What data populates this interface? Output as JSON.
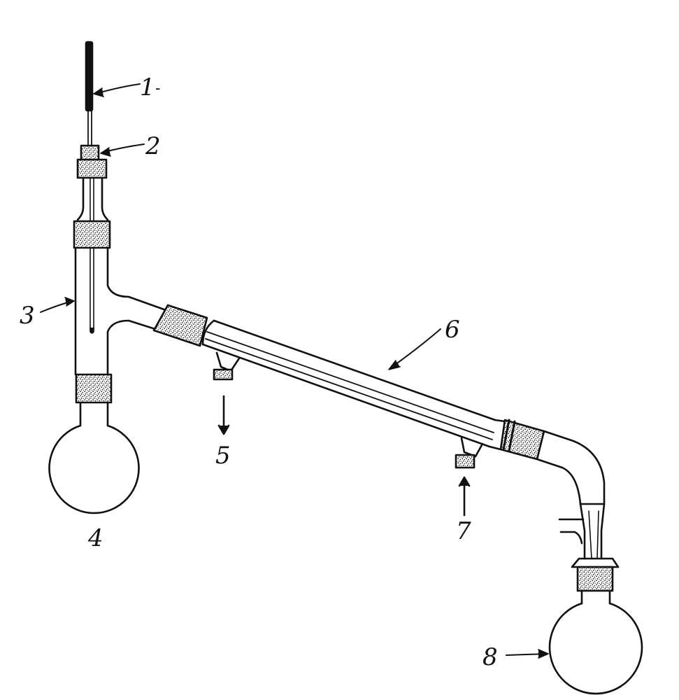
{
  "labels": {
    "l1": "1",
    "l1_mark": "-",
    "l2": "2",
    "l3": "3",
    "l4": "4",
    "l5": "5",
    "l6": "6",
    "l7": "7",
    "l8": "8"
  },
  "colors": {
    "ink": "#111111",
    "background": "#ffffff",
    "joint_stipple": "#222222"
  }
}
